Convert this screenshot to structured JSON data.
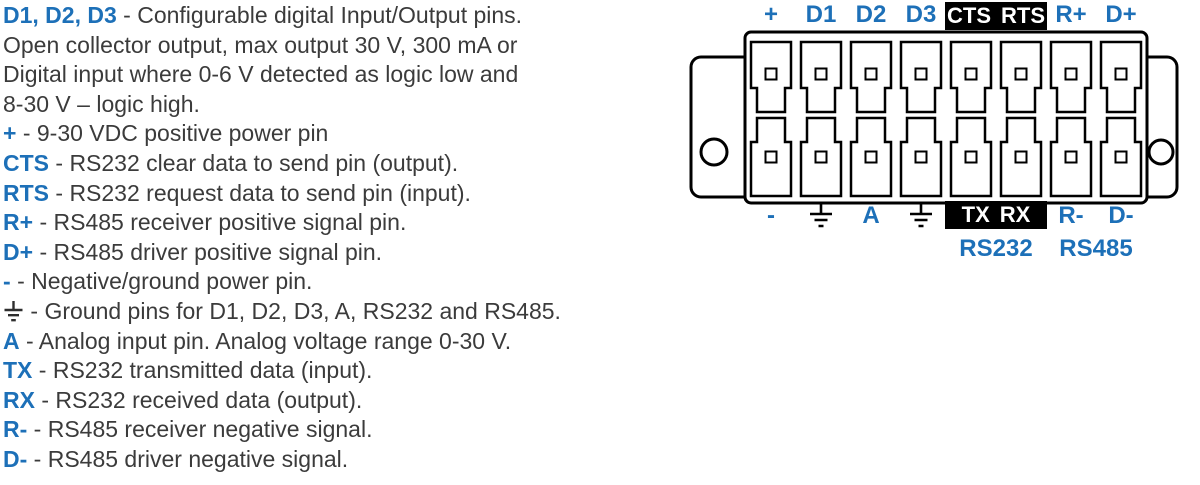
{
  "colors": {
    "accent_blue": "#1d70b8",
    "text_dark": "#3b3b3b",
    "box_background": "#000000",
    "box_text": "#ffffff",
    "line_black": "#000000"
  },
  "icons": {
    "ground": "⏚"
  },
  "descriptions": {
    "intro": {
      "term": "D1, D2, D3",
      "line1": "- Configurable digital Input/Output pins.",
      "line2": "Open collector output, max output 30 V, 300 mA or",
      "line3": "Digital input where 0-6 V detected as logic low and",
      "line4": "8-30 V – logic high."
    },
    "entries": [
      {
        "term": "+",
        "rest": "- 9-30 VDC positive power pin"
      },
      {
        "term": "CTS",
        "rest": "- RS232 clear data to send pin (output)."
      },
      {
        "term": "RTS",
        "rest": "- RS232 request data to send pin (input)."
      },
      {
        "term": "R+",
        "rest": "- RS485 receiver positive signal pin."
      },
      {
        "term": "D+",
        "rest": "- RS485 driver positive signal pin."
      },
      {
        "term": "-",
        "rest": "- Negative/ground power pin."
      },
      {
        "term": "",
        "icon": "ground-icon",
        "rest": "- Ground pins for D1, D2, D3, A, RS232 and RS485."
      },
      {
        "term": "A",
        "rest": "- Analog input pin. Analog voltage range 0-30 V."
      },
      {
        "term": "TX",
        "rest": "- RS232 transmitted data (input)."
      },
      {
        "term": "RX",
        "rest": "- RS232 received data (output)."
      },
      {
        "term": "R-",
        "rest": "- RS485 receiver negative signal."
      },
      {
        "term": "D-",
        "rest": "- RS485 driver negative signal."
      }
    ]
  },
  "connector": {
    "top_labels": [
      "+",
      "D1",
      "D2",
      "D3"
    ],
    "top_box": [
      "CTS",
      "RTS"
    ],
    "top_right": [
      "R+",
      "D+"
    ],
    "bottom_left": [
      "-",
      "A"
    ],
    "bottom_box": [
      "TX",
      "RX"
    ],
    "bottom_right": [
      "R-",
      "D-"
    ],
    "interfaces": [
      "RS232",
      "RS485"
    ]
  }
}
